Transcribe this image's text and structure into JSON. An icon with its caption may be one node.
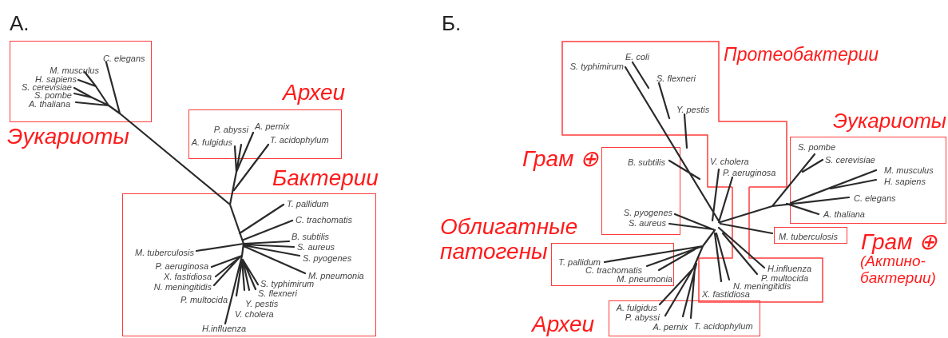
{
  "diagram": {
    "nodes": [
      {
        "text": [
          "Эукариоты",
          "C. elegans",
          "M. musculus",
          "H. sapiens",
          "S. cerevisiae",
          "S. pombe",
          "A. thaliana"
        ]
      },
      {
        "text": [
          "Археи",
          "P. abyssi",
          "A. pernix",
          "A. fulgidus",
          "T. acidophylum"
        ]
      },
      {
        "text": [
          "Бактерии",
          "T. pallidum",
          "C. trachomatis",
          "B. subtilis",
          "S. aureus",
          "S. pyogenes",
          "M. tuberculosis",
          "M. pneumonia",
          "P. aeruginosa",
          "X. fastidiosa",
          "N. meningitidis",
          "S. typhimirum",
          "S. flexneri",
          "P. multocida",
          "Y. pestis",
          "V. cholera",
          "H.influenza"
        ]
      },
      {
        "text": [
          "Протеобактерии",
          "E. coli",
          "S. typhimirum",
          "S. flexneri",
          "Y. pestis",
          "V. cholera",
          "P. aeruginosa"
        ]
      },
      {
        "text": [
          "H.influenza",
          "P. multocida",
          "N. meningitidis",
          "X. fastidiosa"
        ]
      },
      {
        "text": [
          "Эукариоты",
          "S. pombe",
          "S. cerevisiae",
          "M. musculus",
          "H. sapiens",
          "C. elegans",
          "A. thaliana"
        ]
      },
      {
        "text": [
          "Грам ⊕",
          "B. subtilis",
          "S. pyogenes",
          "S. aureus"
        ]
      },
      {
        "text": [
          "Грам ⊕",
          "(Актино- бактерии)",
          "M. tuberculosis"
        ]
      },
      {
        "text": [
          "Облигатные патогены",
          "T. pallidum",
          "C. trachomatis",
          "M. pneumonia"
        ]
      },
      {
        "text": [
          "Археи",
          "A. fulgidus",
          "P. abyssi",
          "A. pernix",
          "T. acidophylum"
        ]
      }
    ],
    "labels": [
      "А.",
      "Б."
    ]
  }
}
